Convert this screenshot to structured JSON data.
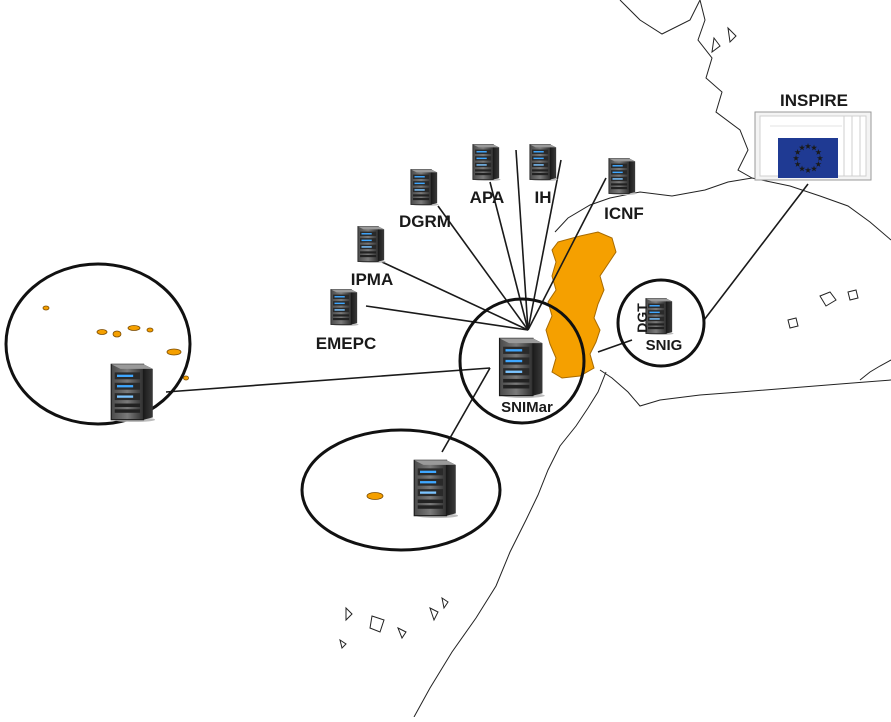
{
  "colors": {
    "coast": "#222222",
    "highlight": "#f5a000",
    "eu_blue": "#1f3a93",
    "eu_star": "#ffd700"
  },
  "hub": {
    "label": "SNIMar",
    "icon": "server-icon"
  },
  "agencies": [
    {
      "id": "emepc",
      "label": "EMEPC",
      "icon": "server-icon"
    },
    {
      "id": "ipma",
      "label": "IPMA",
      "icon": "server-icon"
    },
    {
      "id": "dgrm",
      "label": "DGRM",
      "icon": "server-icon"
    },
    {
      "id": "apa",
      "label": "APA",
      "icon": "server-icon"
    },
    {
      "id": "ih",
      "label": "IH",
      "icon": "server-icon"
    },
    {
      "id": "icnf",
      "label": "ICNF",
      "icon": "server-icon"
    }
  ],
  "snig": {
    "label": "SNIG",
    "sublabel": "DGT",
    "icon": "server-icon"
  },
  "inspire": {
    "label": "INSPIRE",
    "icon": "eu-flag-icon"
  },
  "regions": [
    {
      "id": "azores",
      "icon": "server-icon"
    },
    {
      "id": "madeira",
      "icon": "server-icon"
    }
  ]
}
